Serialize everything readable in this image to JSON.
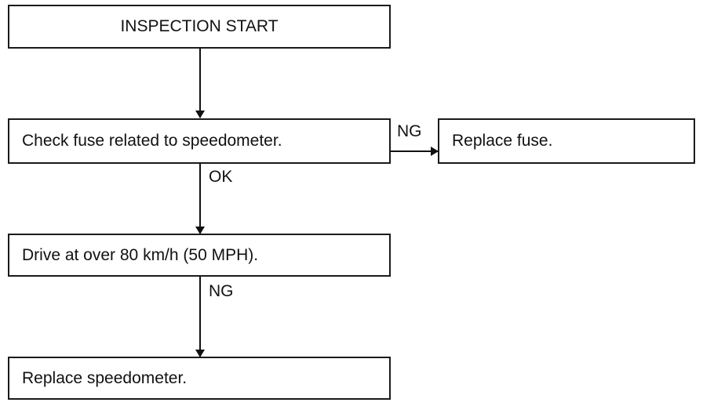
{
  "flowchart": {
    "start": "INSPECTION START",
    "step_check_fuse": "Check fuse related to speedometer.",
    "step_replace_fuse": "Replace fuse.",
    "step_drive": "Drive at over 80 km/h (50 MPH).",
    "step_replace_speedometer": "Replace speedometer.",
    "label_ng_fuse": "NG",
    "label_ok_fuse": "OK",
    "label_ng_drive": "NG"
  }
}
